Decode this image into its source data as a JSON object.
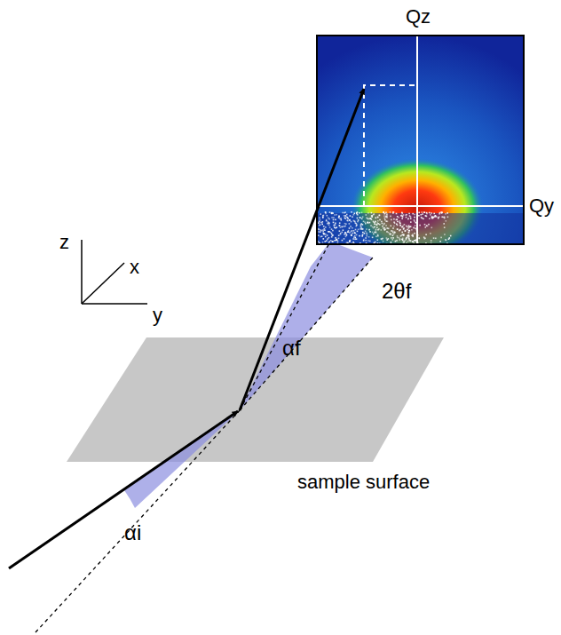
{
  "diagram": {
    "labels": [
      "Qz",
      "Qy",
      "z",
      "x",
      "y",
      "αf",
      "2θf",
      "αi",
      "sample surface"
    ]
  }
}
